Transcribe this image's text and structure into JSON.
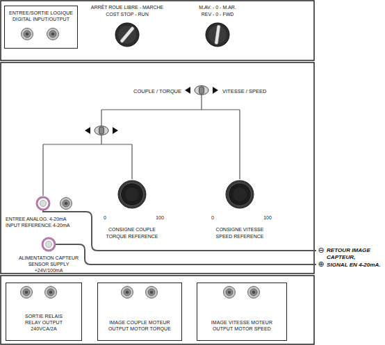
{
  "diagram": {
    "nodes": [
      {
        "text": [
          "ENTREE/SORTIE LOGIQUE",
          "DIGITAL INPUT/OUTPUT"
        ]
      },
      {
        "text": [
          "SORTIE RELAIS",
          "RELAY OUTPUT",
          "240VCA/2A"
        ]
      },
      {
        "text": [
          "IMAGE COUPLE MOTEUR",
          "OUTPUT MOTOR TORQUE"
        ]
      },
      {
        "text": [
          "IMAGE VITESSE MOTEUR",
          "OUTPUT MOTOR SPEED"
        ]
      }
    ],
    "labels": [
      "ARRÊT ROUE LIBRE - MARCHE",
      "COST STOP - RUN",
      "M.AV. - 0 - M.AR.",
      "REV - 0 - FWD",
      "COUPLE / TORQUE",
      "VITESSE / SPEED",
      "ENTREE ANALOG. 4-20mA",
      "INPUT REFERENCE 4-20mA",
      "0",
      "100",
      "CONSIGNE COUPLE",
      "TORQUE REFERENCE",
      "0",
      "100",
      "CONSIGNE VITESSE",
      "SPEED REFERENCE",
      "ALIMENTATION CAPTEUR",
      "SENSOR SUPPLY",
      "+24V/100mA",
      "⊖",
      "RETOUR IMAGE",
      "CAPTEUR,",
      "⊕",
      "SIGNAL EN 4-20mA."
    ]
  }
}
